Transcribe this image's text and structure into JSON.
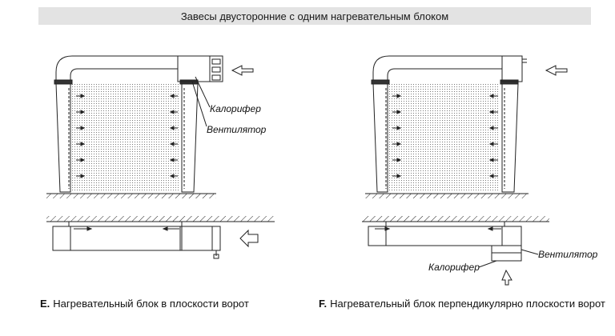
{
  "title": "Завесы двусторонние с одним нагревательным блоком",
  "variant_e": {
    "letter": "E.",
    "caption": "Нагревательный блок в плоскости ворот",
    "label_heater": "Калорифер",
    "label_fan": "Вентилятор"
  },
  "variant_f": {
    "letter": "F.",
    "caption": "Нагревательный блок перпендикулярно плоскости ворот",
    "label_heater": "Калорифер",
    "label_fan": "Вентилятор"
  }
}
